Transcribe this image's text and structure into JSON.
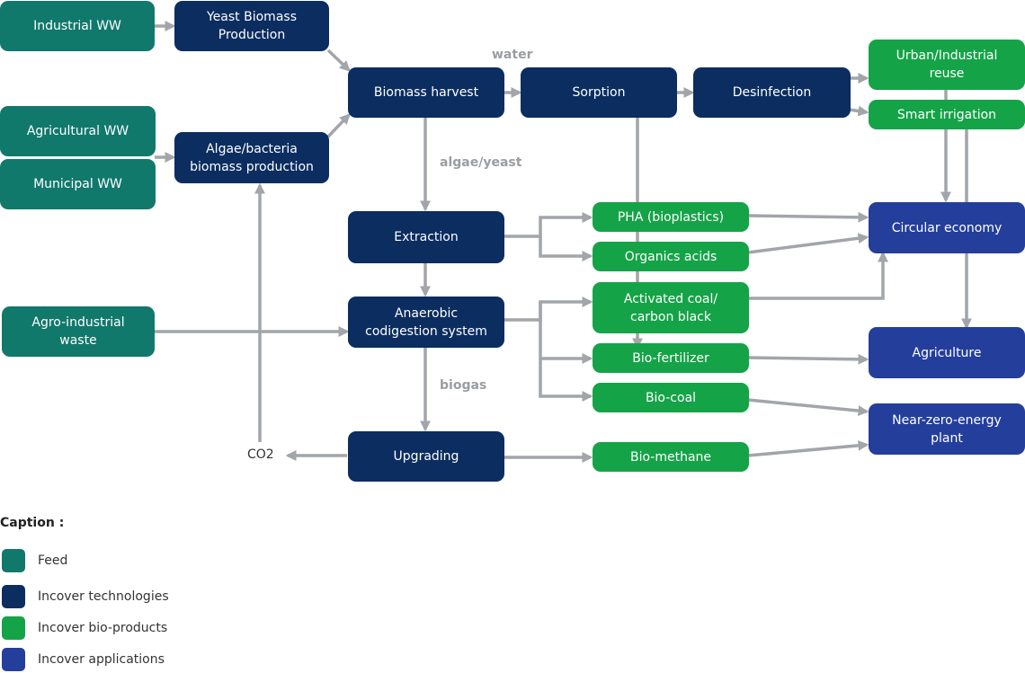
{
  "colors": {
    "feed": "#11786c",
    "tech": "#0b2d60",
    "prod": "#15a347",
    "app": "#243e9c",
    "arrow": "#a2a5a9"
  },
  "nodes": {
    "industrial_ww": "Industrial WW",
    "agricultural_ww": "Agricultural WW",
    "municipal_ww": "Municipal WW",
    "agro_waste": "Agro-industrial\nwaste",
    "yeast_biomass": "Yeast Biomass\nProduction",
    "algae_biomass": "Algae/bacteria\nbiomass production",
    "biomass_harvest": "Biomass harvest",
    "sorption": "Sorption",
    "desinfection": "Desinfection",
    "extraction": "Extraction",
    "anaerobic": "Anaerobic\ncodigestion system",
    "upgrading": "Upgrading",
    "urban_reuse": "Urban/Industrial\nreuse",
    "smart_irrigation": "Smart irrigation",
    "pha": "PHA (bioplastics)",
    "organic_acids": "Organics acids",
    "activated_coal": "Activated coal/\ncarbon black",
    "bio_fertilizer": "Bio-fertilizer",
    "bio_coal": "Bio-coal",
    "bio_methane": "Bio-methane",
    "circular_economy": "Circular economy",
    "agriculture": "Agriculture",
    "nze_plant": "Near-zero-energy\nplant"
  },
  "flow_labels": {
    "water": "water",
    "algae_yeast": "algae/yeast",
    "biogas": "biogas",
    "co2": "CO2"
  },
  "legend": {
    "title": "Caption :",
    "items": [
      {
        "key": "feed",
        "label": "Feed"
      },
      {
        "key": "tech",
        "label": "Incover technologies"
      },
      {
        "key": "prod",
        "label": "Incover bio-products"
      },
      {
        "key": "app",
        "label": "Incover applications"
      }
    ]
  }
}
